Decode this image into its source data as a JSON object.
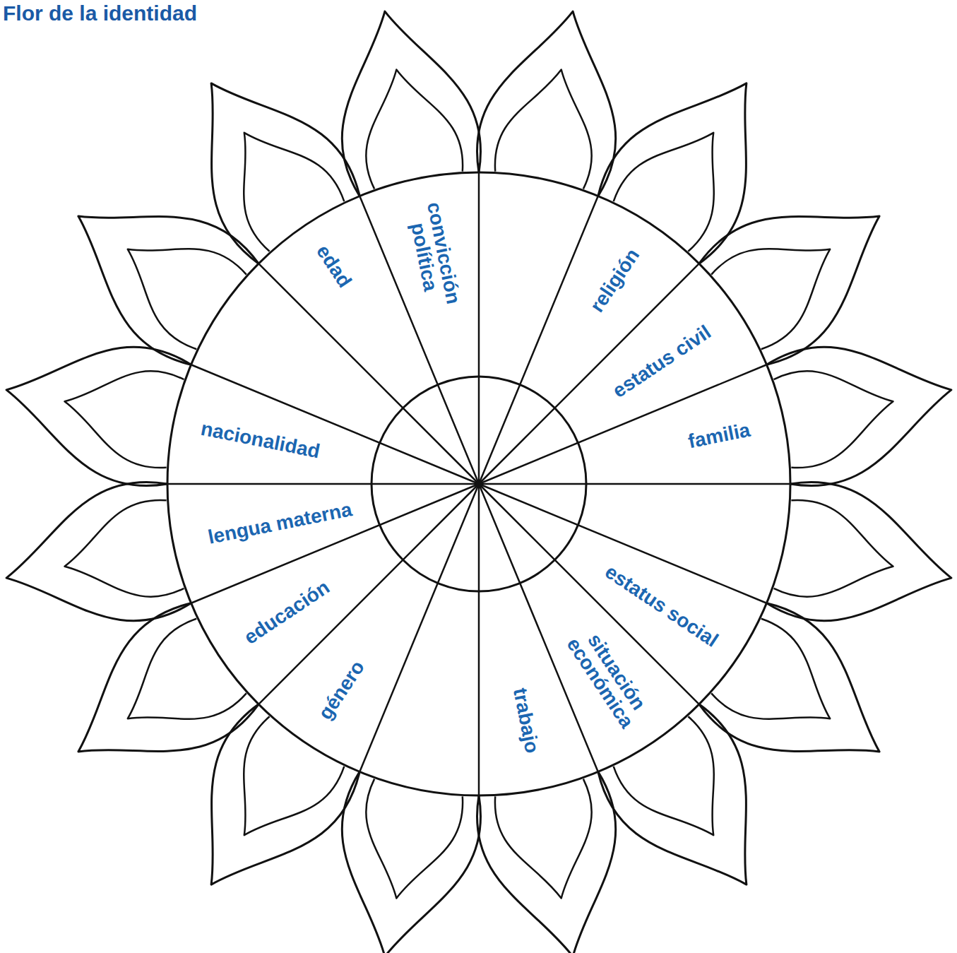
{
  "diagram": {
    "title": "Flor de la identidad",
    "labels": [
      "convicción política",
      "religión",
      "estatus civil",
      "familia",
      "estatus social",
      "situación económica",
      "trabajo",
      "género",
      "educación",
      "lengua materna",
      "nacionalidad",
      "edad"
    ]
  }
}
